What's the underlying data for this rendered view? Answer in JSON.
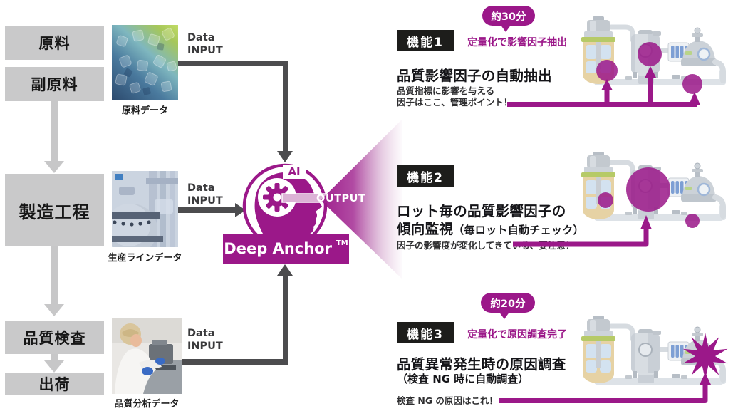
{
  "colors": {
    "purple": "#9b1889",
    "arrow_dark": "#4c4c4e",
    "process_box_gray": "#c9c9ca",
    "function_badge_black": "#1d1d1b"
  },
  "process": {
    "boxes": [
      {
        "label": "原料"
      },
      {
        "label": "副原料"
      },
      {
        "label": "製造工程"
      },
      {
        "label": "品質検査"
      },
      {
        "label": "出荷"
      }
    ]
  },
  "inputs": [
    {
      "arrow_label": "Data\nINPUT",
      "caption": "原料データ",
      "photo_icon": "resin-pellets-photo"
    },
    {
      "arrow_label": "Data\nINPUT",
      "caption": "生産ラインデータ",
      "photo_icon": "production-line-photo"
    },
    {
      "arrow_label": "Data\nINPUT",
      "caption": "品質分析データ",
      "photo_icon": "lab-analyst-photo"
    }
  ],
  "engine": {
    "ai_label": "AI",
    "output_label": "OUTPUT",
    "brand": "Deep Anchor",
    "trademark": "TM",
    "icon": "ai-head-gear-icon"
  },
  "functions": [
    {
      "badge": "機能1",
      "time_bubble": "約30分",
      "tagline": "定量化で影響因子抽出",
      "title": "品質影響因子の自動抽出",
      "desc": "品質指標に影響を与える\n因子はここ、管理ポイント！",
      "illustration_icon": "plant-highlight-circles-illustration"
    },
    {
      "badge": "機能2",
      "title_line1": "ロット毎の品質影響因子の",
      "title_line2_big": "傾向監視",
      "title_line2_small": "（毎ロット自動チェック）",
      "desc": "因子の影響度が変化してきている、要注意！",
      "illustration_icon": "plant-lot-monitoring-illustration"
    },
    {
      "badge": "機能3",
      "time_bubble": "約20分",
      "tagline": "定量化で原因調査完了",
      "title": "品質異常発生時の原因調査",
      "subtitle": "（検査 NG 時に自動調査）",
      "desc": "検査 NG の原因はこれ！",
      "illustration_icon": "plant-failure-starburst-illustration"
    }
  ]
}
